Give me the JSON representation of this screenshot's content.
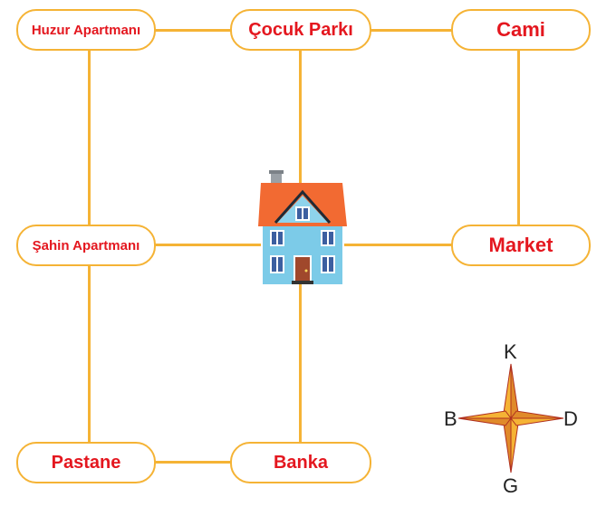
{
  "places": {
    "huzur_apartmani": "Huzur Apartmanı",
    "cocuk_parki": "Çocuk Parkı",
    "cami": "Cami",
    "sahin_apartmani": "Şahin Apartmanı",
    "market": "Market",
    "pastane": "Pastane",
    "banka": "Banka"
  },
  "compass": {
    "north": "K",
    "south": "G",
    "west": "B",
    "east": "D"
  },
  "colors": {
    "road": "#f5b335",
    "label_text": "#e4171f",
    "house_wall": "#7ccbe8",
    "house_roof": "#f26a32",
    "compass_star": "#f0a830"
  },
  "icons": {
    "home": "house-icon",
    "compass": "compass-rose-icon"
  }
}
